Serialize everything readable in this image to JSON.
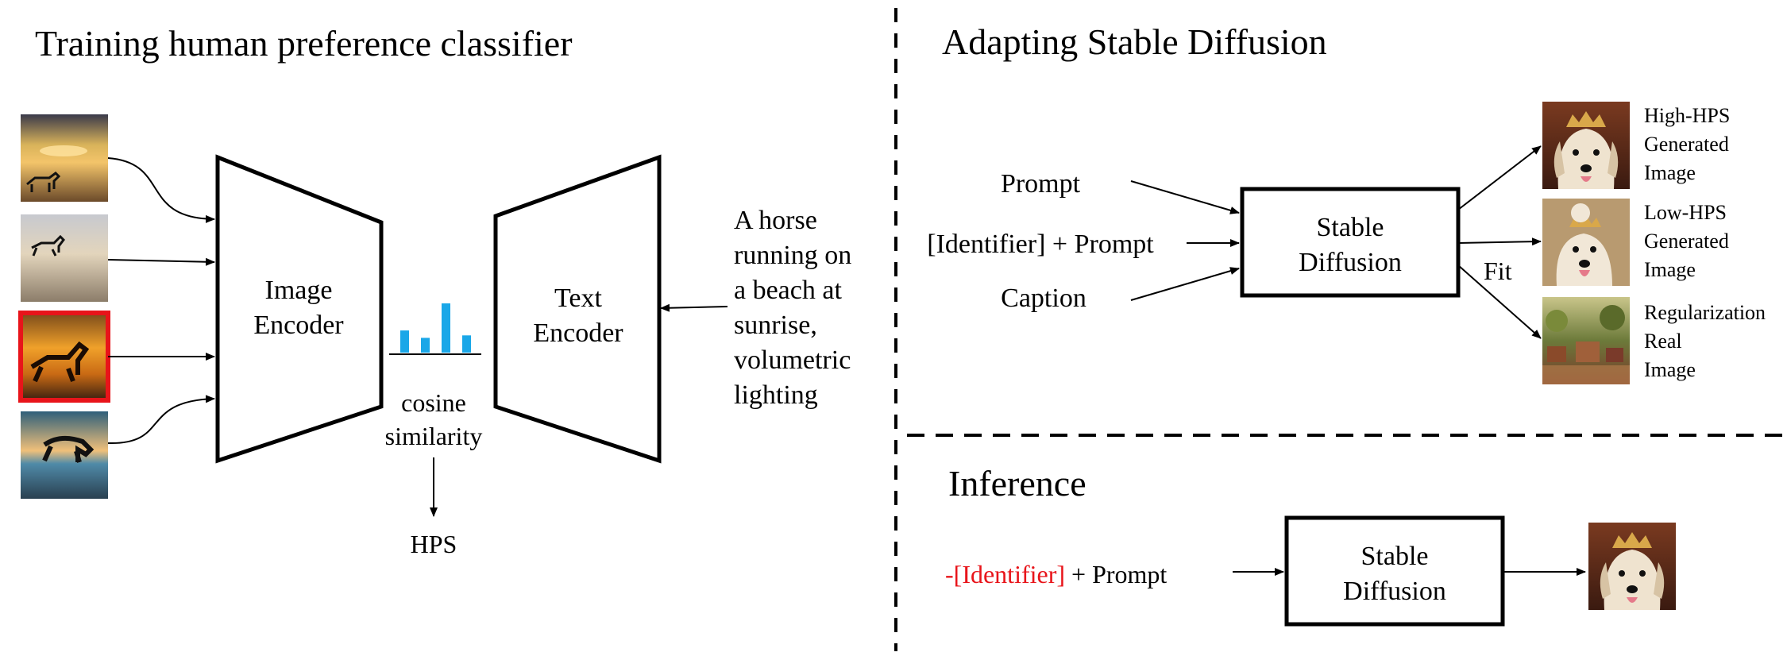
{
  "left_panel": {
    "title": "Training human preference classifier",
    "image_encoder": [
      "Image",
      "Encoder"
    ],
    "text_encoder": [
      "Text",
      "Encoder"
    ],
    "similarity_label": [
      "cosine",
      "similarity"
    ],
    "hps_label": "HPS",
    "prompt_lines": [
      "A horse",
      "running on",
      "a beach at",
      "sunrise,",
      "volumetric",
      "lighting"
    ],
    "thumbnails": [
      "horse-sunset-photo",
      "horse-beach-photo",
      "horse-golden-selected-photo",
      "horse-water-photo"
    ],
    "selected_thumbnail_color": "#e8141a",
    "bar_color": "#1aa7e8",
    "bar_values": [
      0.45,
      0.3,
      1.0,
      0.35
    ]
  },
  "adapt_panel": {
    "title": "Adapting Stable Diffusion",
    "inputs": [
      "Prompt",
      "[Identifier] + Prompt",
      "Caption"
    ],
    "model_label": [
      "Stable",
      "Diffusion"
    ],
    "fit_label": "Fit",
    "outputs": [
      {
        "lines": [
          "High-HPS",
          "Generated",
          "Image"
        ],
        "image": "dog-crown-photo"
      },
      {
        "lines": [
          "Low-HPS",
          "Generated",
          "Image"
        ],
        "image": "dogs-crowns-photo"
      },
      {
        "lines": [
          "Regularization",
          "Real",
          "Image"
        ],
        "image": "painted-village-photo"
      }
    ]
  },
  "inference_panel": {
    "title": "Inference",
    "input_neg": "-[Identifier]",
    "input_rest": " + Prompt",
    "neg_color": "#e8141a",
    "model_label": [
      "Stable",
      "Diffusion"
    ],
    "output_image": "dog-crown-photo"
  }
}
